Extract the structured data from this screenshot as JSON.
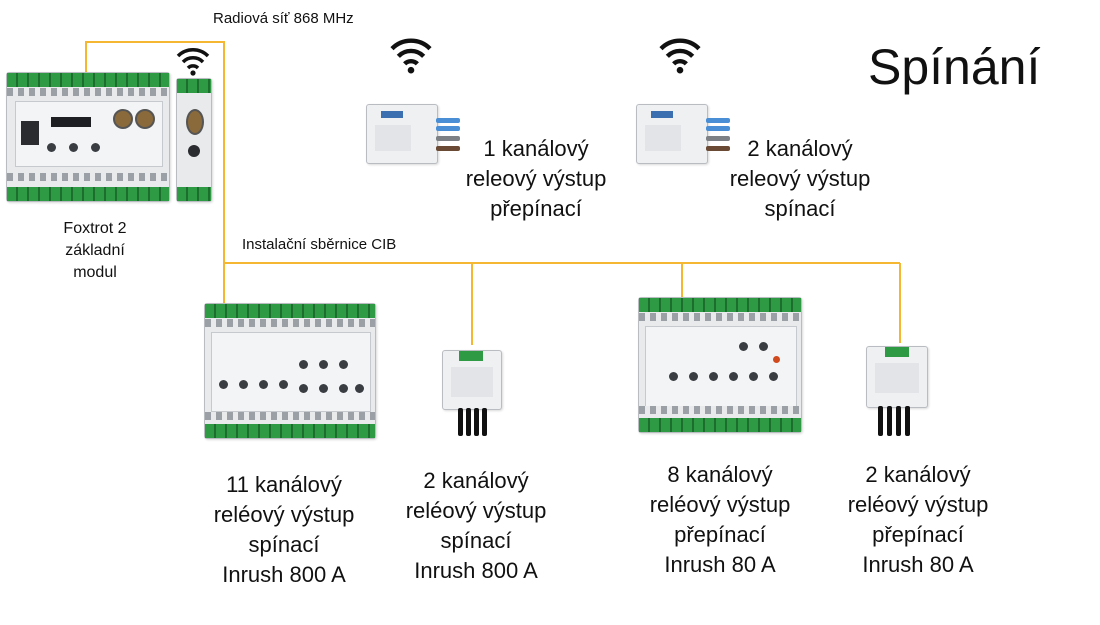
{
  "title": "Spínání",
  "labels": {
    "radio_network": "Radiová síť 868 MHz",
    "cib_bus": "Instalační  sběrnice  CIB"
  },
  "base_module": {
    "caption": [
      "Foxtrot 2",
      "základní",
      "modul"
    ]
  },
  "wireless_devices": [
    {
      "caption": [
        "1 kanálový",
        "releový výstup",
        "přepínací"
      ]
    },
    {
      "caption": [
        "2 kanálový",
        "releový výstup",
        "spínací"
      ]
    }
  ],
  "bus_devices": [
    {
      "caption": [
        "11 kanálový",
        "reléový výstup",
        "spínací",
        "Inrush 800 A"
      ]
    },
    {
      "caption": [
        "2 kanálový",
        "reléový výstup",
        "spínací",
        "Inrush 800 A"
      ]
    },
    {
      "caption": [
        "8 kanálový",
        "reléový výstup",
        "přepínací",
        "Inrush 80 A"
      ]
    },
    {
      "caption": [
        "2 kanálový",
        "reléový výstup",
        "přepínací",
        "Inrush 80 A"
      ]
    }
  ],
  "colors": {
    "bus_line": "#f5b731",
    "terminal_green": "#2e9a43",
    "text": "#111111"
  }
}
